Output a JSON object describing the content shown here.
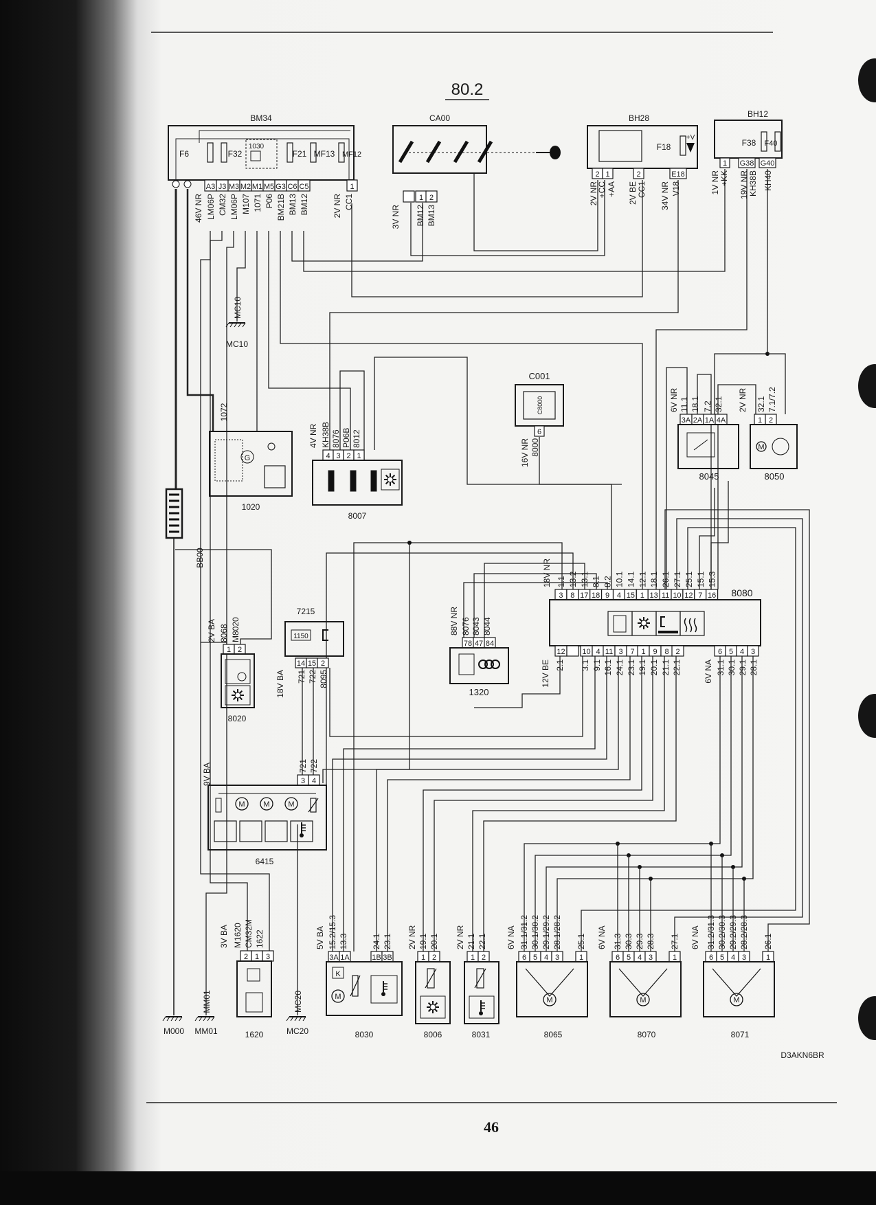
{
  "page": {
    "title": "80.2",
    "page_number": "46",
    "diagram_ref": "D3AKN6BR"
  },
  "symbols": {
    "motor": "M",
    "generator": "G",
    "v_plus": "+V"
  },
  "bm34": {
    "name": "BM34",
    "fuses": [
      "F6",
      "F32",
      "1030",
      "F21",
      "MF13",
      "MF12"
    ],
    "pins": [
      "A3",
      "J3",
      "M3",
      "M2",
      "M1",
      "M5",
      "G3",
      "C6",
      "C5"
    ],
    "pin_extra": "1",
    "wires": [
      "46V NR",
      "LM06P",
      "CM32",
      "LM06P",
      "M107",
      "1071",
      "P06",
      "BM21B",
      "BM13",
      "BM12"
    ],
    "wires_extra": [
      "2V NR",
      "CC1"
    ]
  },
  "ca00": {
    "name": "CA00",
    "pins": [
      "",
      "1",
      "2"
    ],
    "wires": [
      "3V NR",
      "BM12",
      "BM13"
    ]
  },
  "bh28": {
    "name": "BH28",
    "fuse": "F18",
    "pins": [
      "2",
      "1",
      "2",
      "E18"
    ],
    "wires": [
      "2V NR",
      "+CC",
      "+AA",
      "2V BE",
      "CC1",
      "34V NR",
      "V18"
    ]
  },
  "bh12": {
    "name": "BH12",
    "fuses": [
      "F38",
      "F40"
    ],
    "pins": [
      "1",
      "G38",
      "G40"
    ],
    "wires": [
      "1V NR",
      "+KK",
      "19V NR",
      "KH38B",
      "KH40"
    ]
  },
  "mc10": {
    "wire": "MC10",
    "name": "MC10"
  },
  "c1020": {
    "name": "1020",
    "wire": "1072"
  },
  "c8007": {
    "name": "8007",
    "pins": [
      "4",
      "3",
      "2",
      "1"
    ],
    "wires": [
      "4V NR",
      "KH38B",
      "8076",
      "P06B",
      "8012"
    ]
  },
  "c001": {
    "name": "C001",
    "inner": "C8000",
    "pin": "6",
    "wires": [
      "16V NR",
      "8000"
    ]
  },
  "c8045": {
    "name": "8045",
    "pins": [
      "3A",
      "2A",
      "1A",
      "4A"
    ],
    "wires": [
      "6V NR",
      "11.1",
      "18.1",
      "7.2",
      "32.1"
    ]
  },
  "c8050": {
    "name": "8050",
    "pins": [
      "1",
      "2"
    ],
    "wires": [
      "2V NR",
      "32.1",
      "7.1/7.2"
    ]
  },
  "bb00": {
    "name": "BB00"
  },
  "c8080": {
    "name": "8080",
    "top_pins": [
      "3",
      "8",
      "17",
      "18",
      "9",
      "4",
      "15",
      "1",
      "13",
      "11",
      "10",
      "12",
      "7",
      "16"
    ],
    "top_wires_prefix": "18V NR",
    "top_wires": [
      "1.1",
      "13.2",
      "13.1",
      "8.1",
      "8.2",
      "10.1",
      "14.1",
      "12.1",
      "18.1",
      "26.1",
      "27.1",
      "25.1",
      "15.1",
      "15.3"
    ],
    "bottom_pins_left": [
      "12",
      "",
      "10",
      "4",
      "11",
      "3",
      "7",
      "1",
      "9",
      "8",
      "2"
    ],
    "bottom_wires_left": [
      "12V BE",
      "2.1",
      "3.1",
      "9.1",
      "16.1",
      "24.1",
      "23.1",
      "19.1",
      "20.1",
      "21.1",
      "22.1"
    ],
    "bottom_pins_right": [
      "6",
      "5",
      "4",
      "3"
    ],
    "bottom_wires_right": [
      "6V NA",
      "31.1",
      "30.1",
      "29.1",
      "28.1"
    ]
  },
  "c8020": {
    "name": "8020",
    "pins": [
      "1",
      "2"
    ],
    "wires": [
      "2V BA",
      "8068",
      "M8020"
    ]
  },
  "c7215": {
    "name": "7215",
    "display": "1150",
    "pins": [
      "14",
      "15",
      "2"
    ],
    "wires": [
      "18V BA",
      "721",
      "722",
      "8095"
    ]
  },
  "c1320": {
    "name": "1320",
    "pins": [
      "78",
      "47",
      "84"
    ],
    "wires": [
      "88V NR",
      "8076",
      "8043",
      "8044"
    ]
  },
  "c6415": {
    "name": "6415",
    "pins": [
      "3",
      "4"
    ],
    "wires": [
      "9V BA",
      "721",
      "722"
    ]
  },
  "c1620": {
    "name": "1620",
    "pins": [
      "2",
      "1",
      "3"
    ],
    "wires": [
      "3V BA",
      "M1620",
      "CM32M",
      "1622"
    ]
  },
  "c8030": {
    "name": "8030",
    "pins": [
      "3A",
      "1A",
      "1B",
      "3B"
    ],
    "wires": [
      "5V BA",
      "15.2/15.3",
      "13.3",
      "24.1",
      "23.1"
    ],
    "relay": "K"
  },
  "c8006": {
    "name": "8006",
    "pins": [
      "1",
      "2"
    ],
    "wires": [
      "2V NR",
      "19.1",
      "20.1"
    ]
  },
  "c8031": {
    "name": "8031",
    "pins": [
      "1",
      "2"
    ],
    "wires": [
      "2V NR",
      "21.1",
      "22.1"
    ]
  },
  "c8065": {
    "name": "8065",
    "pins": [
      "6",
      "5",
      "4",
      "3",
      "1"
    ],
    "wires": [
      "6V NA",
      "31.1/31.2",
      "30.1/30.2",
      "29.1/29.2",
      "28.1/28.2",
      "25.1"
    ]
  },
  "c8070": {
    "name": "8070",
    "pins": [
      "6",
      "5",
      "4",
      "3",
      "1"
    ],
    "wires": [
      "6V NA",
      "31.3",
      "30.3",
      "29.3",
      "28.3",
      "27.1"
    ]
  },
  "c8071": {
    "name": "8071",
    "pins": [
      "6",
      "5",
      "4",
      "3",
      "1"
    ],
    "wires": [
      "6V NA",
      "31.2/31.3",
      "30.2/30.3",
      "29.2/29.3",
      "28.2/28.3",
      "26.1"
    ]
  },
  "grounds": {
    "m000": "M000",
    "mm01": "MM01",
    "mm01_wire": "MM01",
    "mc20": "MC20",
    "mc20_wire": "MC20"
  }
}
